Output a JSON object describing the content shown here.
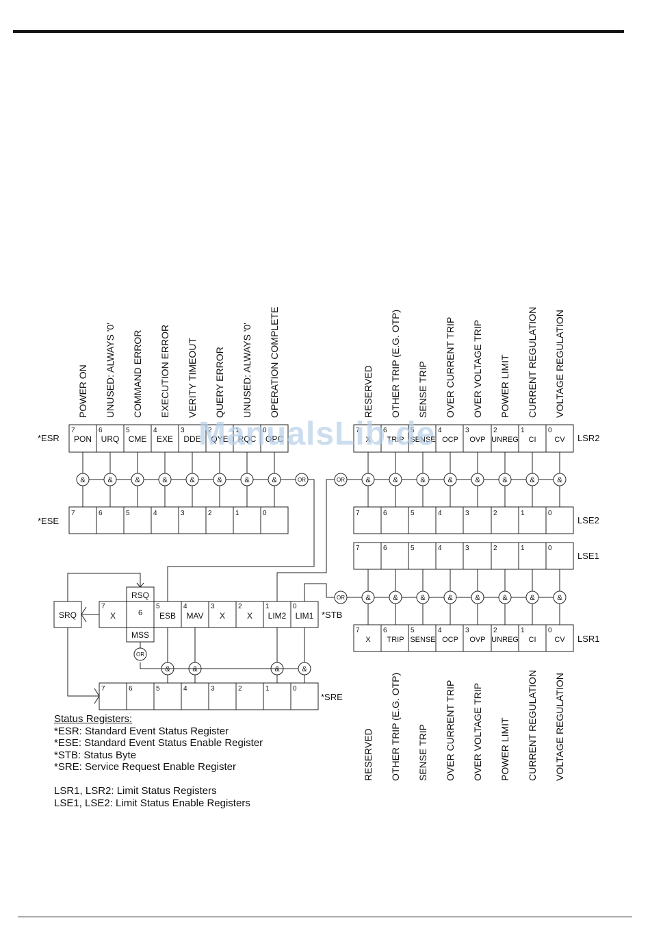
{
  "watermark": "ManualsLib.de",
  "registers": {
    "esr": {
      "name": "*ESR",
      "bits": [
        {
          "n": "7",
          "abbr": "PON",
          "desc": "POWER ON"
        },
        {
          "n": "6",
          "abbr": "URQ",
          "desc": "UNUSED: ALWAYS '0'"
        },
        {
          "n": "5",
          "abbr": "CME",
          "desc": "COMMAND ERROR"
        },
        {
          "n": "4",
          "abbr": "EXE",
          "desc": "EXECUTION ERROR"
        },
        {
          "n": "3",
          "abbr": "DDE",
          "desc": "VERITY TIMEOUT"
        },
        {
          "n": "2",
          "abbr": "QYE",
          "desc": "QUERY ERROR"
        },
        {
          "n": "1",
          "abbr": "RQC",
          "desc": "UNUSED: ALWAYS '0'"
        },
        {
          "n": "0",
          "abbr": "OPC",
          "desc": "OPERATION COMPLETE"
        }
      ]
    },
    "ese": {
      "name": "*ESE",
      "bits": [
        "7",
        "6",
        "5",
        "4",
        "3",
        "2",
        "1",
        "0"
      ]
    },
    "lsr2": {
      "name": "LSR2",
      "bits": [
        {
          "n": "7",
          "abbr": "X",
          "desc": "RESERVED"
        },
        {
          "n": "6",
          "abbr": "TRIP",
          "desc": "OTHER TRIP (E.G. OTP)"
        },
        {
          "n": "5",
          "abbr": "SENSE",
          "desc": "SENSE TRIP"
        },
        {
          "n": "4",
          "abbr": "OCP",
          "desc": "OVER CURRENT TRIP"
        },
        {
          "n": "3",
          "abbr": "OVP",
          "desc": "OVER VOLTAGE TRIP"
        },
        {
          "n": "2",
          "abbr": "UNREG",
          "desc": "POWER LIMIT"
        },
        {
          "n": "1",
          "abbr": "CI",
          "desc": "CURRENT REGULATION"
        },
        {
          "n": "0",
          "abbr": "CV",
          "desc": "VOLTAGE REGULATION"
        }
      ]
    },
    "lse2": {
      "name": "LSE2",
      "bits": [
        "7",
        "6",
        "5",
        "4",
        "3",
        "2",
        "1",
        "0"
      ]
    },
    "lse1": {
      "name": "LSE1",
      "bits": [
        "7",
        "6",
        "5",
        "4",
        "3",
        "2",
        "1",
        "0"
      ]
    },
    "lsr1": {
      "name": "LSR1",
      "bits": [
        {
          "n": "7",
          "abbr": "X",
          "desc": "RESERVED"
        },
        {
          "n": "6",
          "abbr": "TRIP",
          "desc": "OTHER TRIP (E.G. OTP)"
        },
        {
          "n": "5",
          "abbr": "SENSE",
          "desc": "SENSE TRIP"
        },
        {
          "n": "4",
          "abbr": "OCP",
          "desc": "OVER CURRENT TRIP"
        },
        {
          "n": "3",
          "abbr": "OVP",
          "desc": "OVER VOLTAGE TRIP"
        },
        {
          "n": "2",
          "abbr": "UNREG",
          "desc": "POWER LIMIT"
        },
        {
          "n": "1",
          "abbr": "CI",
          "desc": "CURRENT REGULATION"
        },
        {
          "n": "0",
          "abbr": "CV",
          "desc": "VOLTAGE REGULATION"
        }
      ]
    },
    "stb": {
      "name": "*STB",
      "bits": [
        {
          "n": "7",
          "abbr": "X"
        },
        {
          "n": "6",
          "abbr": "6",
          "upper": "RSQ",
          "lower": "MSS"
        },
        {
          "n": "5",
          "abbr": "ESB"
        },
        {
          "n": "4",
          "abbr": "MAV"
        },
        {
          "n": "3",
          "abbr": "X"
        },
        {
          "n": "2",
          "abbr": "X"
        },
        {
          "n": "1",
          "abbr": "LIM2"
        },
        {
          "n": "0",
          "abbr": "LIM1"
        }
      ]
    },
    "sre": {
      "name": "*SRE",
      "bits": [
        "7",
        "6",
        "5",
        "4",
        "3",
        "2",
        "1",
        "0"
      ]
    }
  },
  "gates": {
    "and": "&",
    "or": "OR"
  },
  "srq": "SRQ",
  "legend": {
    "heading": "Status Registers:",
    "lines": [
      "*ESR: Standard Event Status Register",
      "*ESE: Standard Event Status Enable Register",
      "*STB: Status Byte",
      "*SRE: Service Request Enable Register"
    ],
    "lines2": [
      "LSR1, LSR2: Limit Status Registers",
      "LSE1, LSE2: Limit Status Enable Registers"
    ]
  }
}
